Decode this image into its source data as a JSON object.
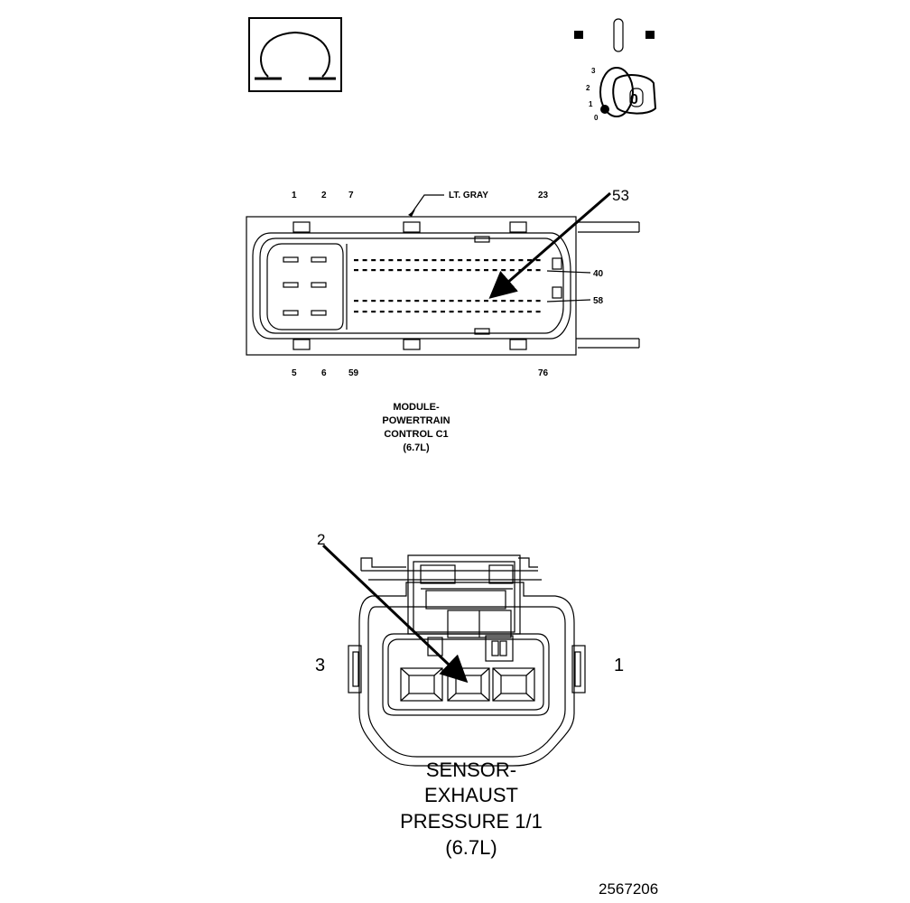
{
  "ignition_symbol": {
    "positions": [
      "3",
      "2",
      "1",
      "0"
    ],
    "key_label": "0"
  },
  "pcm_connector": {
    "top_pin_numbers": [
      "1",
      "2",
      "7",
      "23"
    ],
    "bottom_pin_numbers": [
      "5",
      "6",
      "59",
      "76"
    ],
    "color_callout": "LT. GRAY",
    "highlighted_pin": "53",
    "row_callouts": [
      "40",
      "58"
    ],
    "title_lines": [
      "MODULE-",
      "POWERTRAIN",
      "CONTROL C1",
      "(6.7L)"
    ]
  },
  "sensor_connector": {
    "highlighted_pin": "2",
    "left_pin": "3",
    "right_pin": "1",
    "title_lines": [
      "SENSOR-",
      "EXHAUST",
      "PRESSURE 1/1",
      "(6.7L)"
    ]
  },
  "figure_id": "2567206"
}
